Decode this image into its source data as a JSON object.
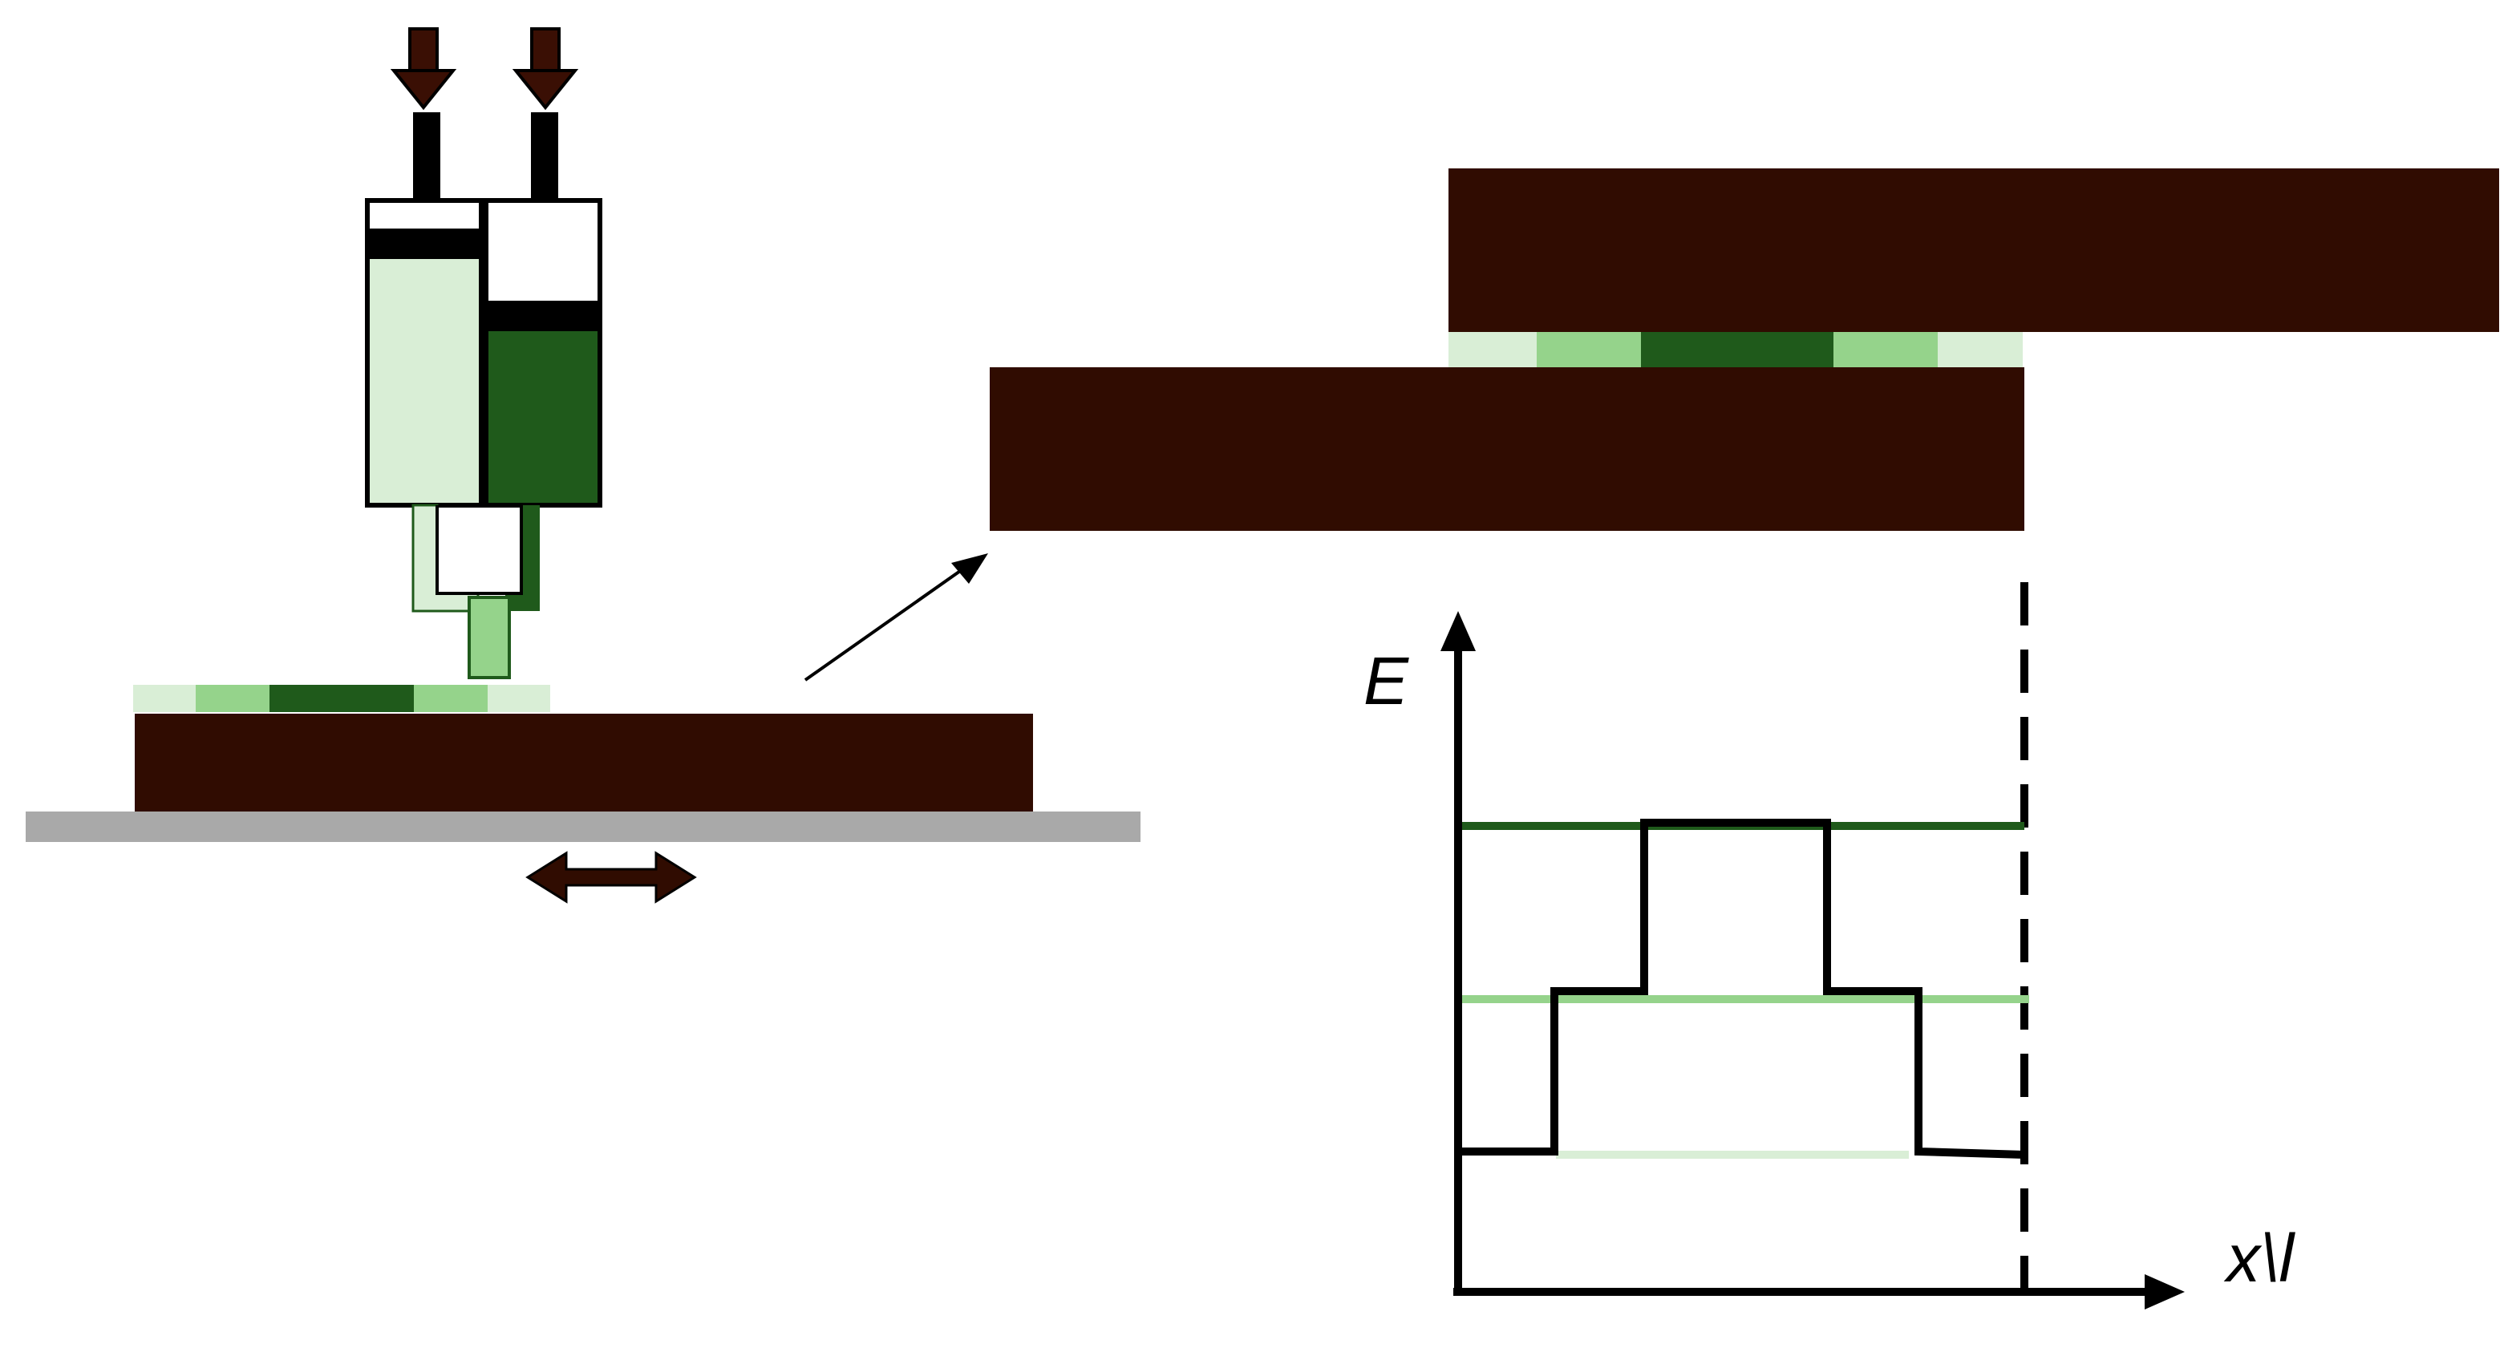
{
  "colors": {
    "substrate": "#300c01",
    "stage": "#a9a9a9",
    "dark_green": "#1f5a1b",
    "mid_green": "#95d38b",
    "light_green": "#d9eed6",
    "line_black": "#000000",
    "arrow_brown": "#3a0f04"
  },
  "plot": {
    "y_axis_label": "E",
    "x_axis_label": "x\\l",
    "levels": [
      {
        "name": "dark",
        "color": "#1f5a1b"
      },
      {
        "name": "mid",
        "color": "#95d38b"
      },
      {
        "name": "light",
        "color": "#d9eed6"
      }
    ]
  },
  "icons": {
    "down_arrow_left": "down-arrow-icon",
    "down_arrow_right": "down-arrow-icon",
    "stage_motion": "double-arrow-icon",
    "zoom_pointer": "arrow-icon"
  }
}
